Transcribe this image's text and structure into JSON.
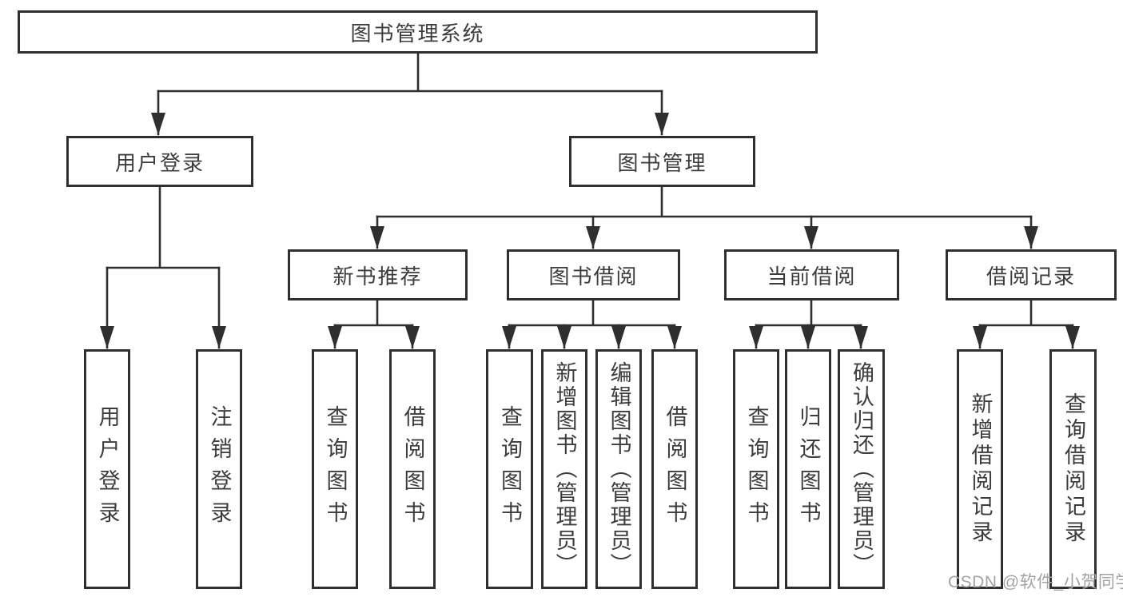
{
  "colors": {
    "line": "#2f2f2f",
    "box_border": "#2f2f2f",
    "text": "#3c3c3c",
    "watermark": "#a3a3a3",
    "background": "#ffffff"
  },
  "tree": {
    "root": "图书管理系统",
    "level1": [
      {
        "label": "用户登录",
        "leaves": [
          "用户登录",
          "注销登录"
        ]
      },
      {
        "label": "图书管理",
        "groups": [
          {
            "label": "新书推荐",
            "leaves": [
              "查询图书",
              "借阅图书"
            ]
          },
          {
            "label": "图书借阅",
            "leaves": [
              "查询图书",
              "新增图书（管理员）",
              "编辑图书（管理员）",
              "借阅图书"
            ]
          },
          {
            "label": "当前借阅",
            "leaves": [
              "查询图书",
              "归还图书",
              "确认归还（管理员）"
            ]
          },
          {
            "label": "借阅记录",
            "leaves": [
              "新增借阅记录",
              "查询借阅记录"
            ]
          }
        ]
      }
    ]
  },
  "watermark": {
    "text": "CSDN @软件_小贺同学"
  }
}
